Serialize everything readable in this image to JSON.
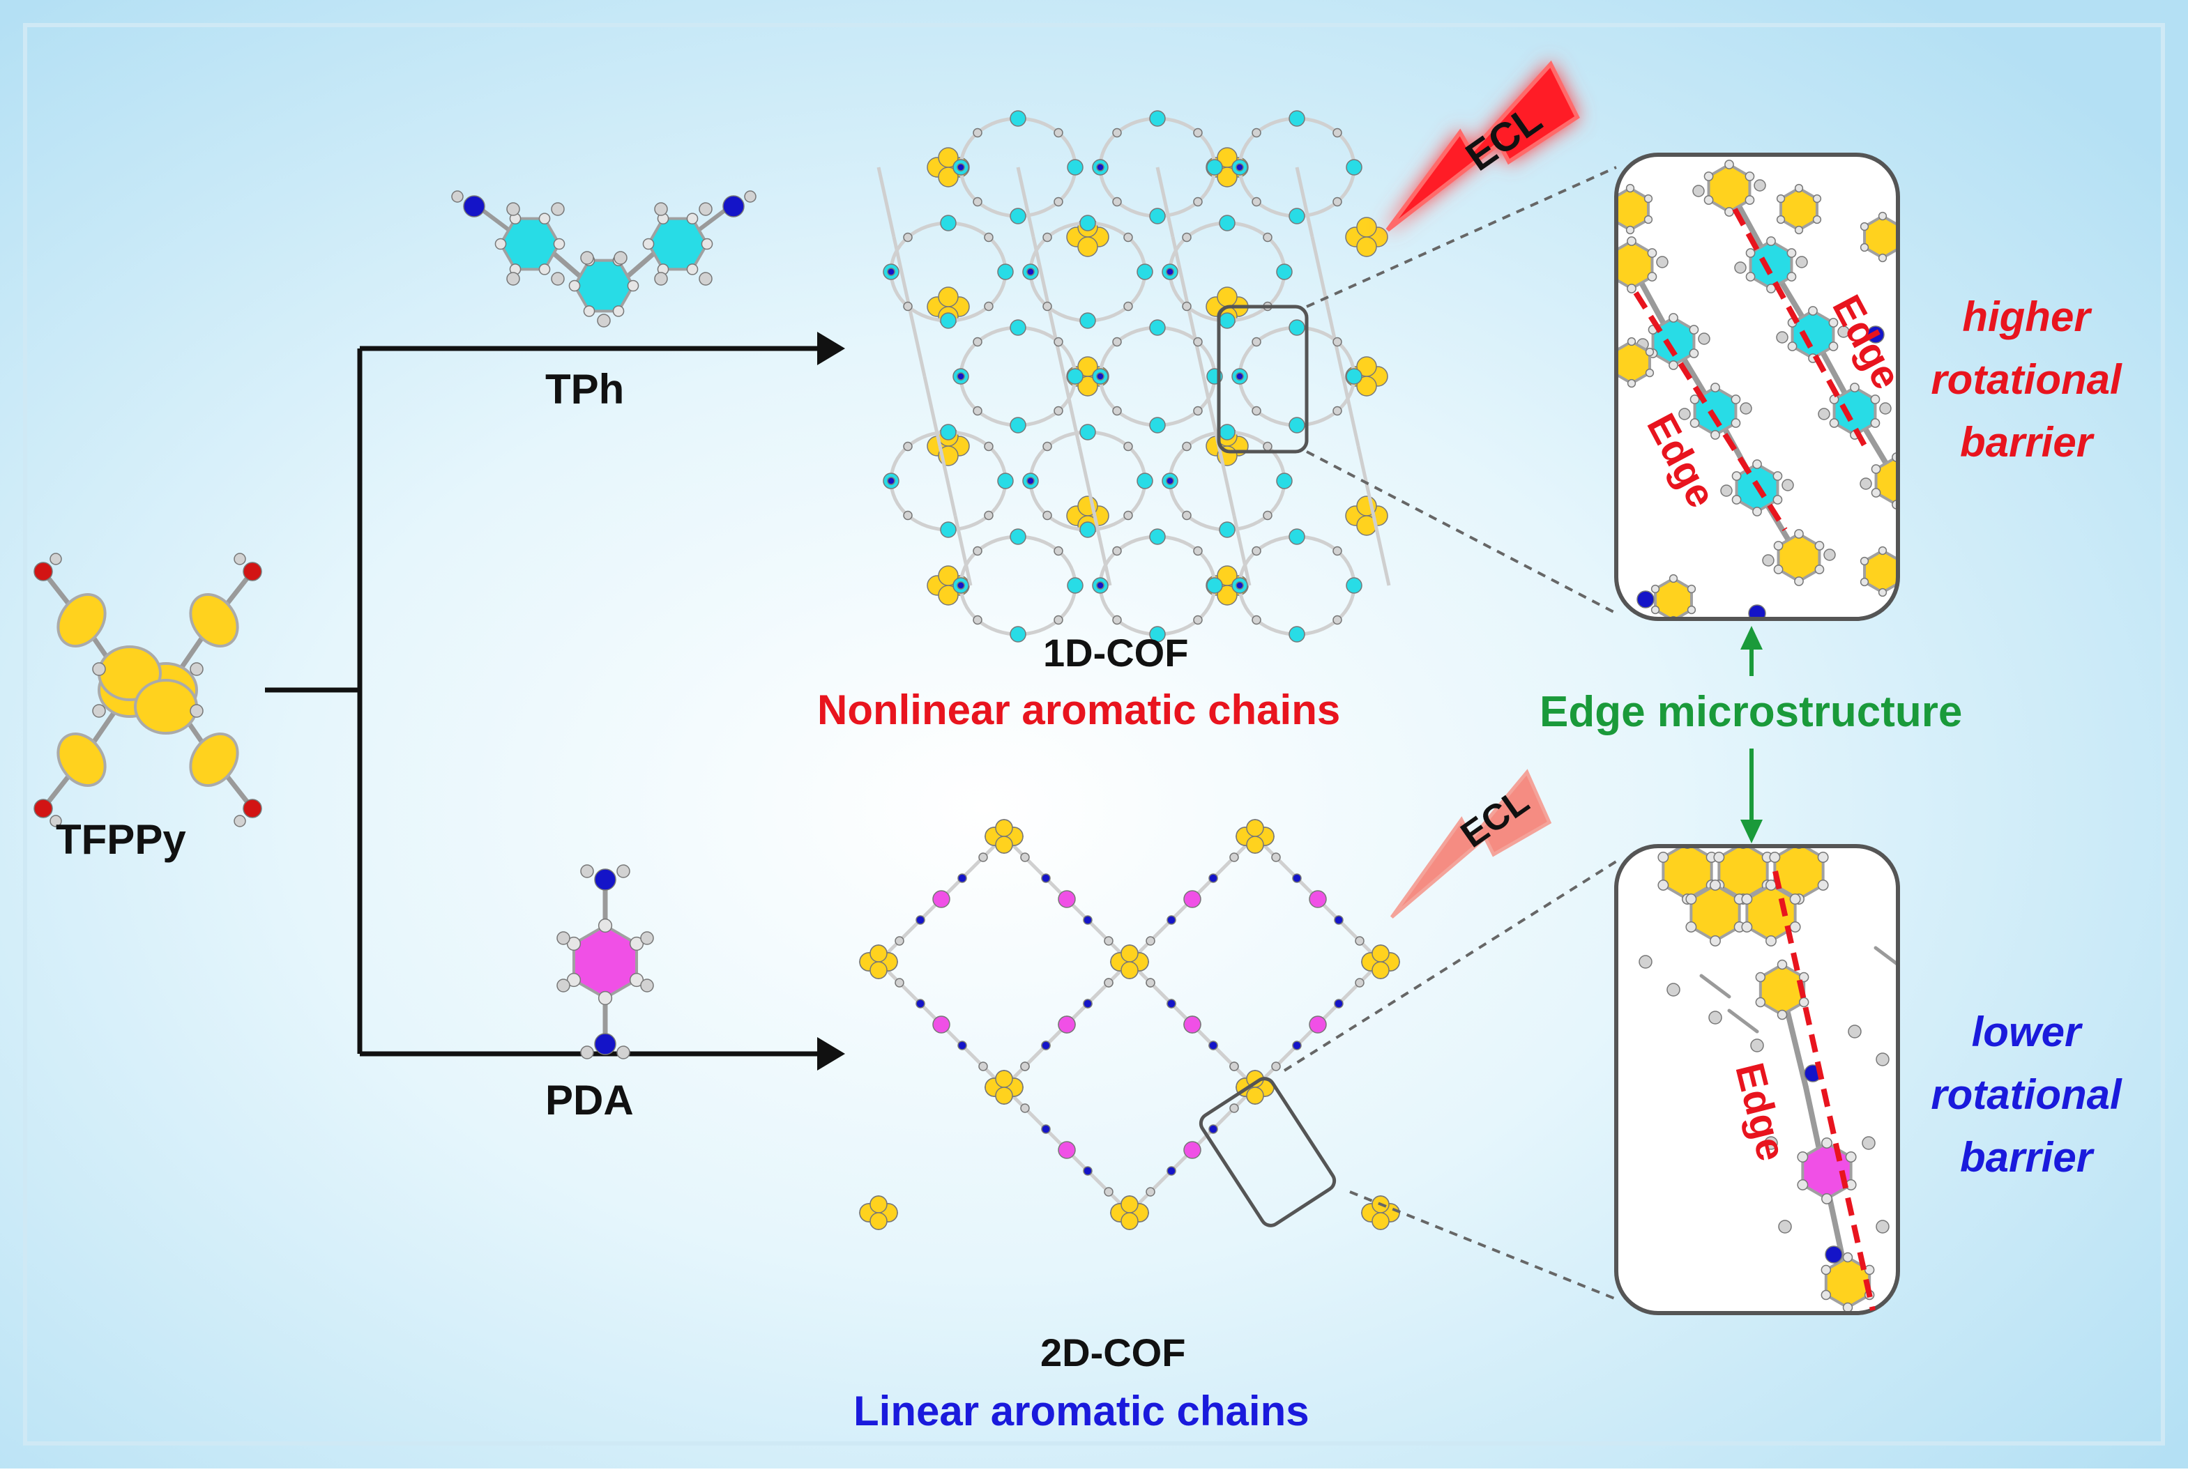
{
  "precursors": {
    "tfppy": "TFPPy",
    "tph": "TPh",
    "pda": "PDA"
  },
  "products": {
    "cof1d": {
      "name": "1D-COF",
      "description": "Nonlinear aromatic chains"
    },
    "cof2d": {
      "name": "2D-COF",
      "description": "Linear aromatic chains"
    }
  },
  "ecl_label": "ECL",
  "edge_label": "Edge",
  "edge_microstructure": "Edge microstructure",
  "barrier_high": [
    "higher",
    "rotational",
    "barrier"
  ],
  "barrier_low": [
    "lower",
    "rotational",
    "barrier"
  ],
  "colors": {
    "background_center": "#ffffff",
    "background_edge": "#b9e3f5",
    "pyrene": "#ffd21e",
    "terphenyl": "#28dce6",
    "phenylenediamine": "#f050e6",
    "nitrogen": "#1414c8",
    "oxygen": "#d21414",
    "hydrogen": "#d2d2d2",
    "title_red": "#e8141e",
    "title_blue": "#1a1adc",
    "microstructure_green": "#1a9a3a",
    "ecl_strong": "#ff1e28",
    "ecl_weak": "#f58c82"
  }
}
